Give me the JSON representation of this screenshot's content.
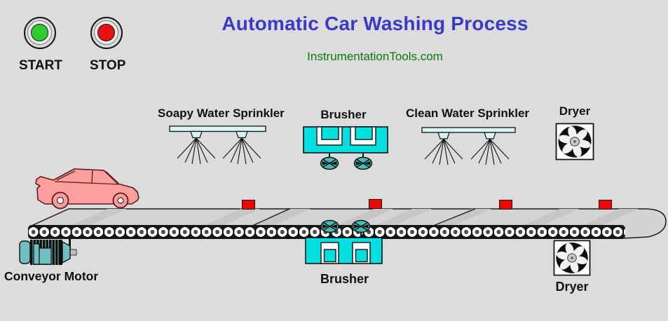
{
  "header": {
    "title": "Automatic Car Washing Process",
    "subtitle": "InstrumentationTools.com"
  },
  "controls": {
    "start_label": "START",
    "stop_label": "STOP"
  },
  "labels": {
    "soapy_sprinkler": "Soapy Water Sprinkler",
    "brusher_top": "Brusher",
    "clean_sprinkler": "Clean Water Sprinkler",
    "dryer_top": "Dryer",
    "brusher_bottom": "Brusher",
    "dryer_bottom": "Dryer",
    "conveyor_motor": "Conveyor Motor"
  },
  "sensors": {
    "count": 4,
    "color": "#EE0505"
  },
  "colors": {
    "background": "#DCDCDC",
    "title_blue": "#3A3AC8",
    "site_green": "#0B7A0B",
    "machine_cyan": "#00E0E0",
    "sprinkler_cyan": "#D8F4F4",
    "brush_teal": "#3FC0B8",
    "motor_teal": "#6FC0C0",
    "sensor_red": "#EE0505",
    "start_green": "#2ECC2E",
    "stop_red": "#E81010",
    "car_pink": "#FF9E9E",
    "belt_gray": "#D4D4D4"
  }
}
